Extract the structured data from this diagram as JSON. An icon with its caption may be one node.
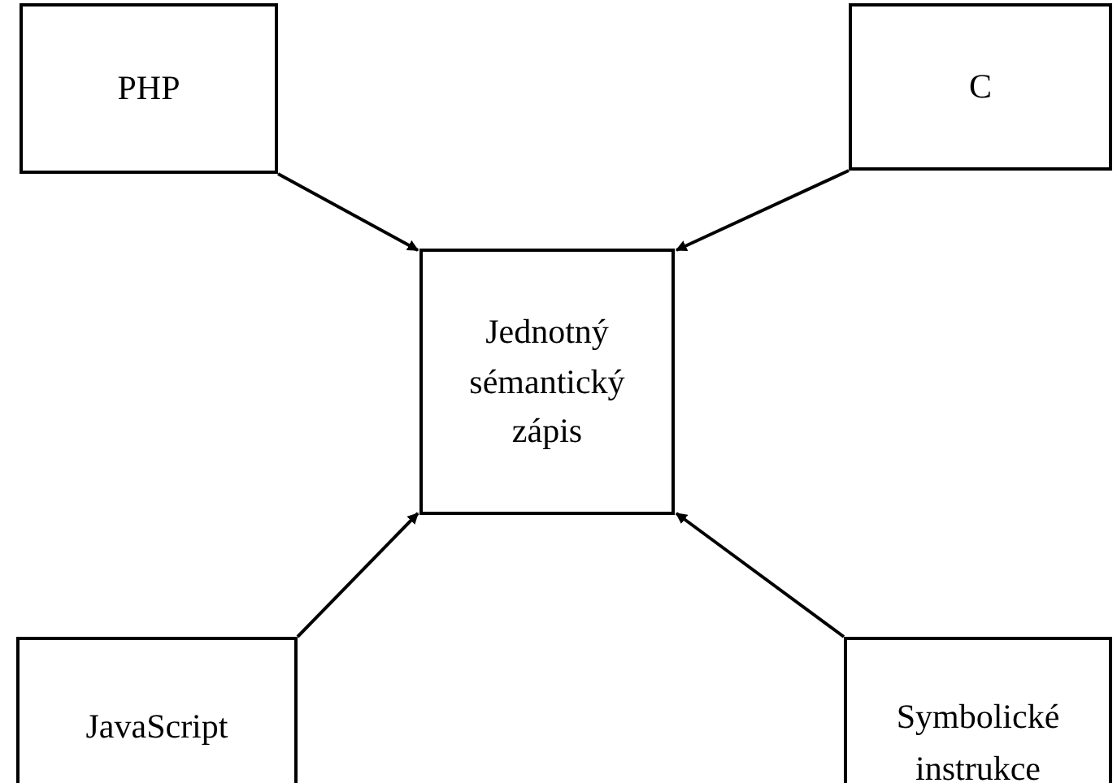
{
  "diagram": {
    "nodes": [
      {
        "text": [
          "PHP"
        ]
      },
      {
        "text": [
          "C"
        ]
      },
      {
        "text": [
          "Jednotný sémantický zápis"
        ]
      },
      {
        "text": [
          "JavaScript"
        ]
      },
      {
        "text": [
          "Symbolické instrukce"
        ]
      }
    ],
    "edges": [
      {
        "from": 0,
        "to": 2,
        "arrow": "to"
      },
      {
        "from": 1,
        "to": 2,
        "arrow": "to"
      },
      {
        "from": 3,
        "to": 2,
        "arrow": "to"
      },
      {
        "from": 4,
        "to": 2,
        "arrow": "to"
      }
    ]
  }
}
